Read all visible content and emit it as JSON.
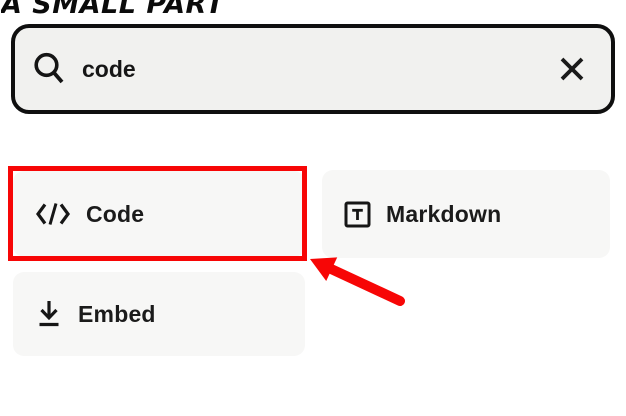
{
  "heading": {
    "visible_text": "A SMALL PART"
  },
  "search": {
    "value": "code"
  },
  "blocks": [
    {
      "label": "Code",
      "icon": "code-brackets"
    },
    {
      "label": "Markdown",
      "icon": "letter-t-box"
    },
    {
      "label": "Embed",
      "icon": "download-arrow"
    }
  ],
  "annotation": {
    "target": "Code",
    "shape": "rectangle-with-arrow",
    "color": "#f70606"
  },
  "colors": {
    "background": "#ffffff",
    "search_fill": "#f1f1ef",
    "search_border": "#0f0f0f",
    "tile_fill": "#f7f7f6",
    "text": "#1b1b1b",
    "annotation_red": "#f70606"
  }
}
